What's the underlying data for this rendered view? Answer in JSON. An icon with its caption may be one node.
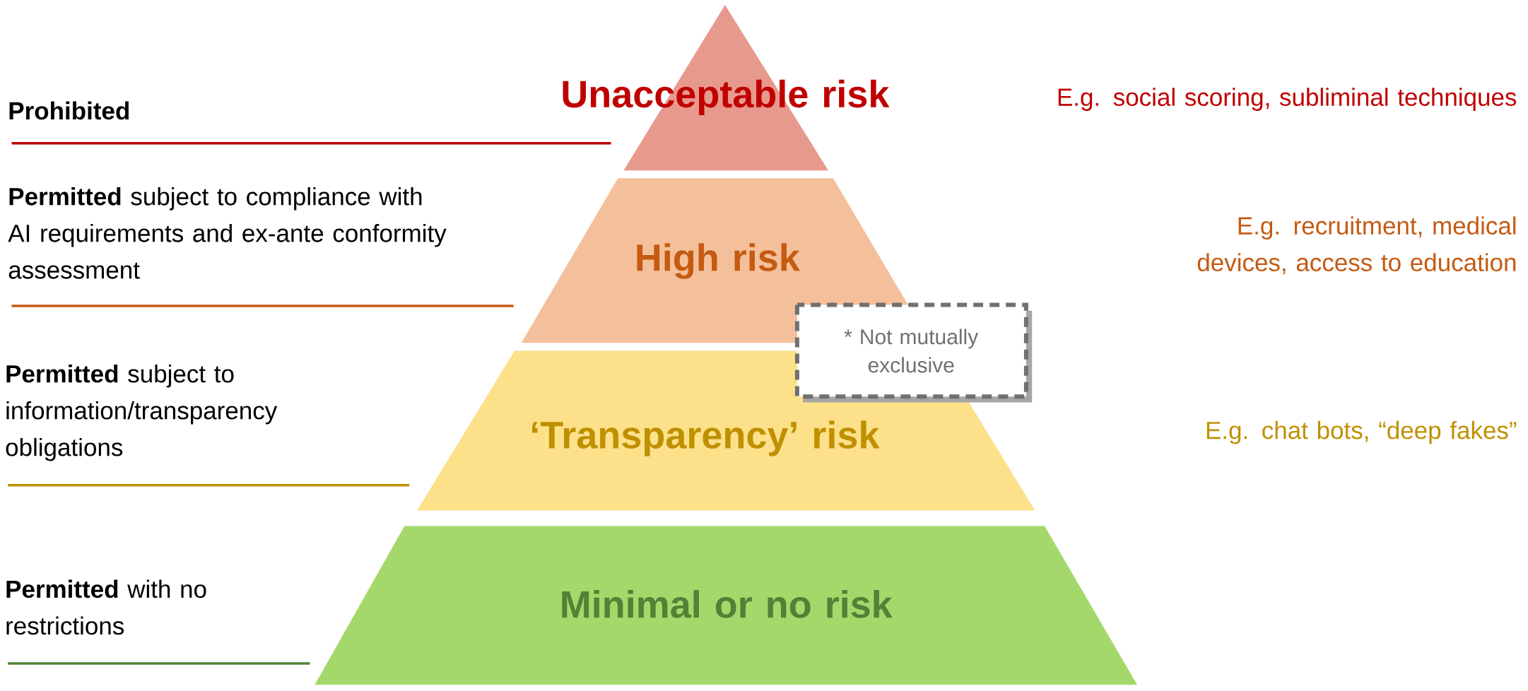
{
  "diagram": {
    "nodes": [
      {
        "text": [
          "Unacceptable risk"
        ]
      },
      {
        "text": [
          "High risk"
        ]
      },
      {
        "text": [
          "‘Transparency’ risk"
        ]
      },
      {
        "text": [
          "Minimal or no risk"
        ]
      },
      {
        "text": [
          "* Not mutually exclusive"
        ]
      }
    ],
    "labels": [
      "Prohibited",
      "E.g. social scoring, subliminal techniques",
      "**Permitted** subject to compliance with AI requirements and ex-ante conformity assessment",
      "E.g. recruitment, medical devices, access to education",
      "**Permitted** subject to information/transparency obligations",
      "E.g. chat bots, “deep fakes”",
      "**Permitted** with no restrictions"
    ]
  }
}
